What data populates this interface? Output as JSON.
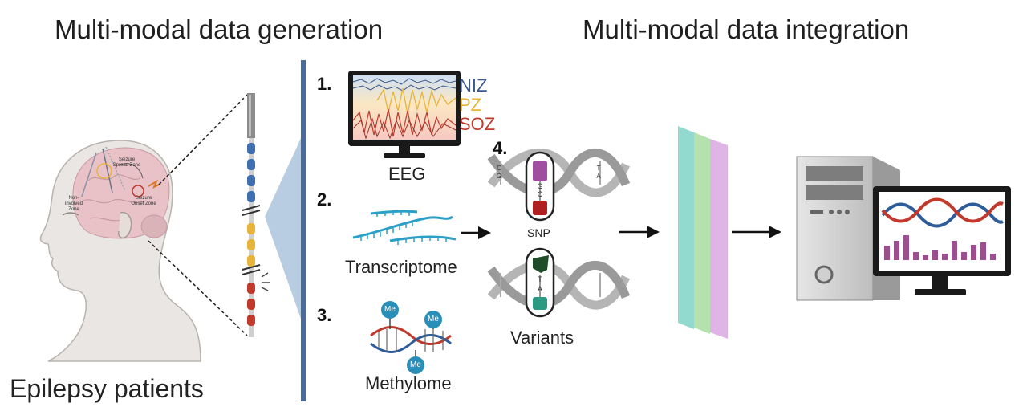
{
  "titles": {
    "generation": "Multi-modal data generation",
    "integration": "Multi-modal data integration"
  },
  "patient_label": "Epilepsy patients",
  "head_labels": {
    "spread": "Seizure Spread Zone",
    "onset": "Seizure Onset Zone",
    "noninvolved": "Non-involved Zone"
  },
  "steps": {
    "s1": "1.",
    "s2": "2.",
    "s3": "3.",
    "s4": "4."
  },
  "eeg": {
    "label": "EEG",
    "zones": [
      "NIZ",
      "PZ",
      "SOZ"
    ],
    "zone_colors": [
      "#3b5a8f",
      "#e8b33a",
      "#c0392b"
    ]
  },
  "transcriptome_label": "Transcriptome",
  "methylome": {
    "label": "Methylome",
    "mark": "Me"
  },
  "variants": {
    "label": "Variants",
    "snp": "SNP",
    "top_bases": [
      "G",
      "C"
    ],
    "bottom_bases": [
      "T",
      "A"
    ],
    "flank_left": [
      "C",
      "G"
    ],
    "flank_right": [
      "T",
      "A"
    ]
  },
  "colors": {
    "accent_blue": "#4a6a9a",
    "teal": "#7fd3c7",
    "green": "#a8dca0",
    "lilac": "#d9a8e0",
    "dna_red": "#c0392b",
    "dna_blue": "#2e5c9a",
    "bar_purple": "#9b4f8f"
  }
}
